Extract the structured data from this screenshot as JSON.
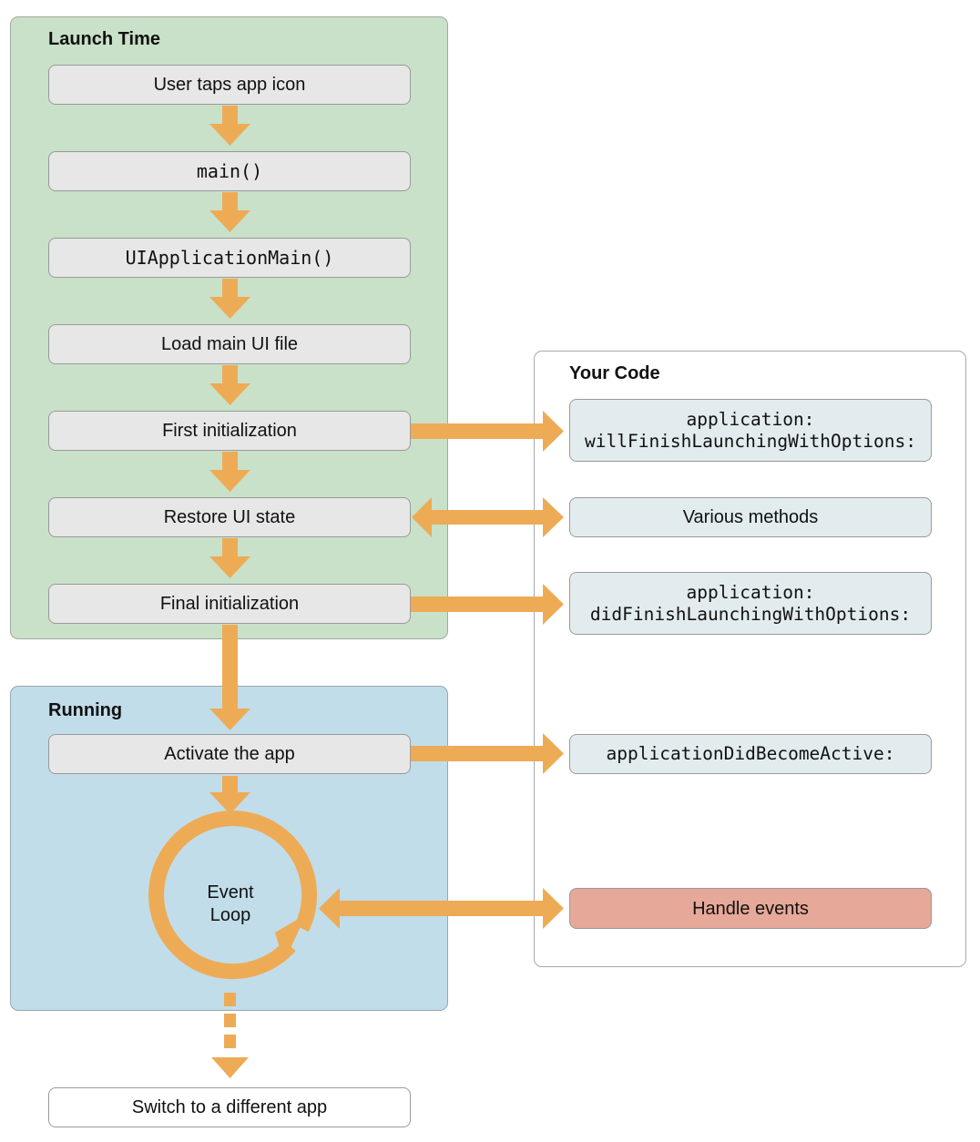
{
  "launch_time": {
    "title": "Launch Time",
    "steps": [
      {
        "label": "User taps app icon"
      },
      {
        "label": "main()"
      },
      {
        "label": "UIApplicationMain()"
      },
      {
        "label": "Load main UI file"
      },
      {
        "label": "First initialization"
      },
      {
        "label": "Restore UI state"
      },
      {
        "label": "Final initialization"
      }
    ]
  },
  "running": {
    "title": "Running",
    "activate_label": "Activate the app",
    "event_loop_line1": "Event",
    "event_loop_line2": "Loop"
  },
  "switch_label": "Switch to a different app",
  "your_code": {
    "title": "Your Code",
    "will_finish_line1": "application:",
    "will_finish_line2": "willFinishLaunchingWithOptions:",
    "various_methods": "Various methods",
    "did_finish_line1": "application:",
    "did_finish_line2": "didFinishLaunchingWithOptions:",
    "did_become_active": "applicationDidBecomeActive:",
    "handle_events": "Handle events"
  },
  "colors": {
    "launch_panel": "#c8e1c8",
    "running_panel": "#c1dde9",
    "arrow": "#eeab55",
    "step_box": "#e6e7e6",
    "code_box": "#e2ecee",
    "handle_events_box": "#e6a898"
  }
}
